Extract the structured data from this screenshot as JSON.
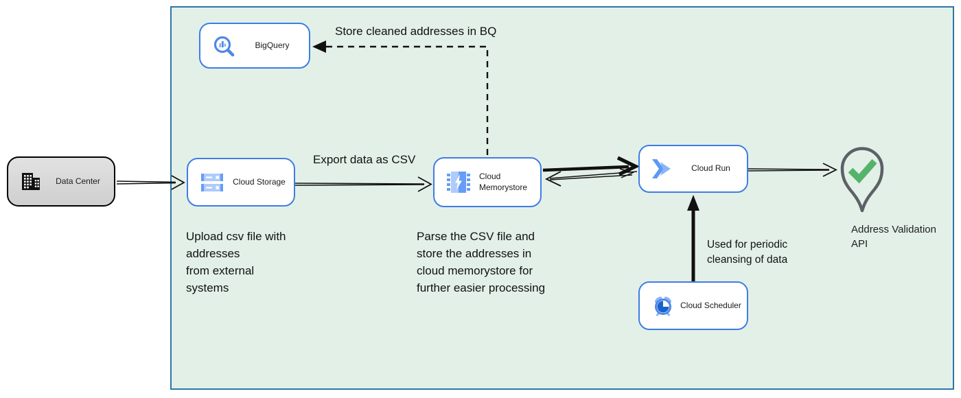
{
  "nodes": {
    "data_center": {
      "label": "Data Center"
    },
    "bigquery": {
      "label": "BigQuery"
    },
    "cloud_storage": {
      "label": "Cloud Storage"
    },
    "cloud_memorystore": {
      "label": "Cloud\nMemorystore"
    },
    "cloud_run": {
      "label": "Cloud Run"
    },
    "cloud_scheduler": {
      "label": "Cloud Scheduler"
    },
    "address_validation_api": {
      "label": "Address Validation\nAPI"
    }
  },
  "annotations": {
    "store_cleaned_bq": "Store cleaned addresses in BQ",
    "export_csv": "Export data as CSV",
    "upload_csv": "Upload csv file with\naddresses\nfrom external\nsystems",
    "parse_csv": "Parse the CSV file and\nstore the addresses in\ncloud  memorystore for\nfurther easier processing",
    "periodic_cleansing": "Used for periodic\ncleansing of data"
  },
  "colors": {
    "container_fill": "#e3f0e8",
    "container_border": "#2e75a8",
    "node_border": "#3d7de4",
    "google_blue": "#4f87e8",
    "google_blue_dark": "#1765cc",
    "google_blue_light": "#8ab4f8",
    "storage_bar_fill": "#aecbfa",
    "storage_bar_cap": "#669df6",
    "check_green": "#55b36a",
    "pin_gray": "#5c6166",
    "arrow_black": "#111111",
    "datacenter_fill": "#d9d9d9"
  }
}
